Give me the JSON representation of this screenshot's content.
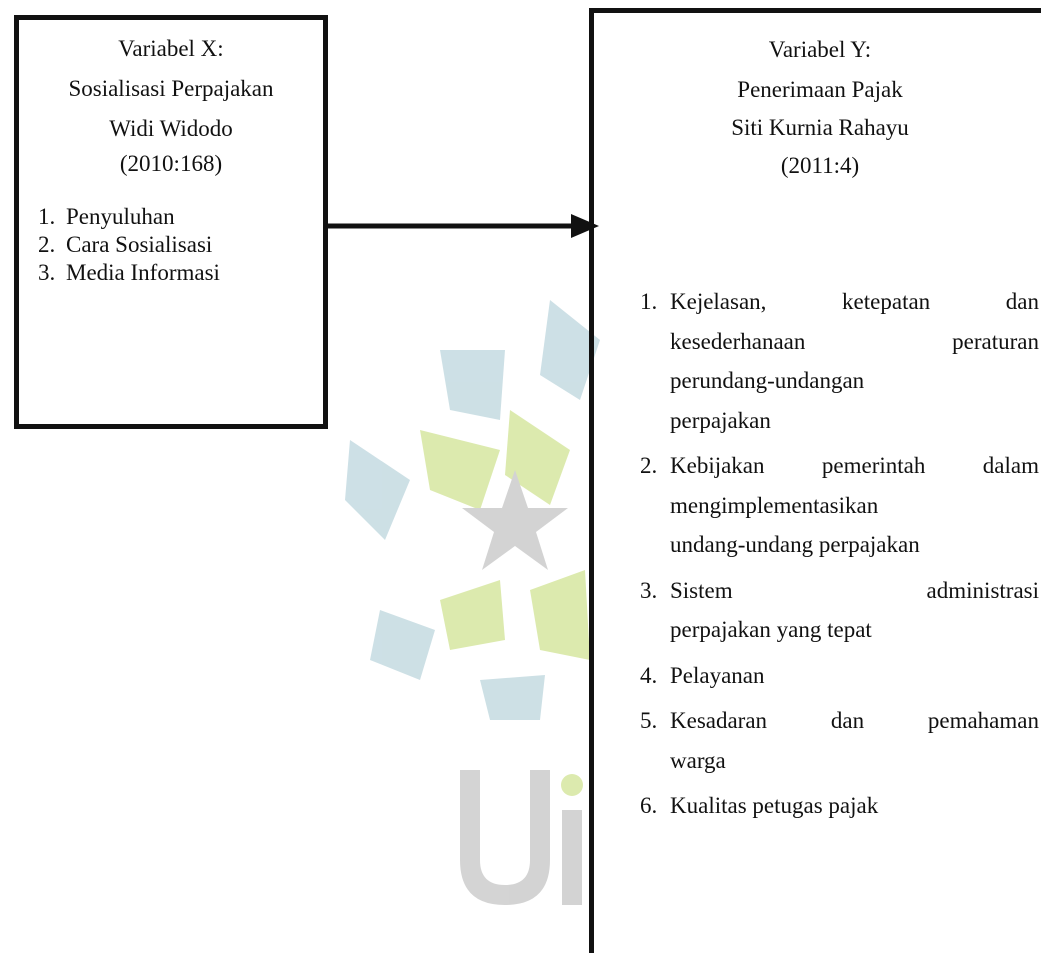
{
  "box_x": {
    "title": "Variabel X:",
    "subject": "Sosialisasi Perpajakan",
    "author": "Widi Widodo",
    "year": "(2010:168)",
    "items": [
      {
        "num": "1.",
        "text": "Penyuluhan"
      },
      {
        "num": "2.",
        "text": "Cara Sosialisasi"
      },
      {
        "num": "3.",
        "text": "Media Informasi"
      }
    ]
  },
  "box_y": {
    "title": "Variabel Y:",
    "subject": "Penerimaan Pajak",
    "author": "Siti Kurnia Rahayu",
    "year": "(2011:4)",
    "items": [
      {
        "num": "1.",
        "lines": [
          "Kejelasan, ketepatan dan",
          "kesederhanaan peraturan",
          "perundang-undangan",
          "perpajakan"
        ]
      },
      {
        "num": "2.",
        "lines": [
          "Kebijakan pemerintah dalam",
          "mengimplementasikan",
          "undang-undang perpajakan"
        ]
      },
      {
        "num": "3.",
        "lines": [
          "Sistem administrasi",
          "perpajakan yang tepat"
        ]
      },
      {
        "num": "4.",
        "lines": [
          "Pelayanan"
        ]
      },
      {
        "num": "5.",
        "lines": [
          "Kesadaran dan pemahaman",
          "warga"
        ]
      },
      {
        "num": "6.",
        "lines": [
          "Kualitas petugas pajak"
        ]
      }
    ]
  },
  "watermark": {
    "text": "Uin",
    "colors": {
      "green": "#d9e8a6",
      "blue": "#c8dde3",
      "gray": "#cfcfcf"
    }
  }
}
